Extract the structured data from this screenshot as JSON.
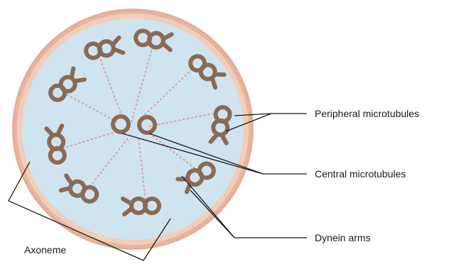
{
  "labels": {
    "peripheral": "Peripheral microtubules",
    "central": "Central microtubules",
    "dynein": "Dynein arms",
    "axoneme": "Axoneme"
  },
  "colors": {
    "membrane_outer": "#e9b59a",
    "membrane_inner": "#f2cdb8",
    "matrix": "#cfe4ef",
    "microtubule": "#8a6a55",
    "spoke": "#d98aa2",
    "line": "#1a1a1a"
  }
}
